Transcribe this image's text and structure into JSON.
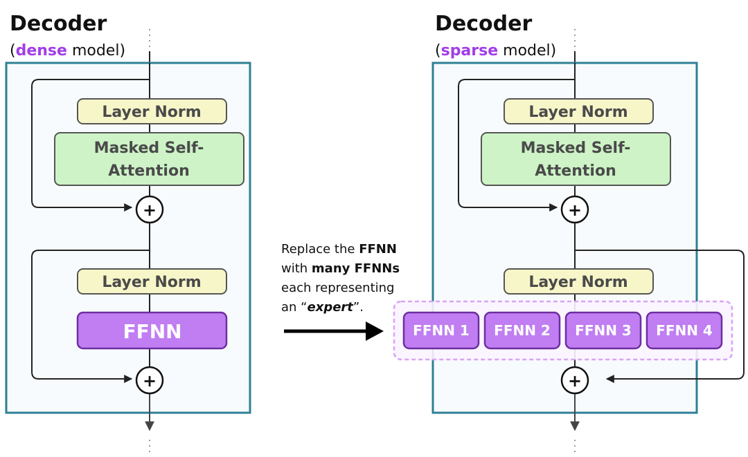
{
  "left": {
    "title": "Decoder",
    "subtitle_open": "(",
    "subtitle_accent": "dense",
    "subtitle_rest": " model)",
    "layer_norm_1": "Layer Norm",
    "attention_line1": "Masked Self-",
    "attention_line2": "Attention",
    "layer_norm_2": "Layer Norm",
    "ffnn": "FFNN",
    "add_symbol": "+"
  },
  "right": {
    "title": "Decoder",
    "subtitle_open": "(",
    "subtitle_accent": "sparse",
    "subtitle_rest": " model)",
    "layer_norm_1": "Layer Norm",
    "attention_line1": "Masked Self-",
    "attention_line2": "Attention",
    "layer_norm_2": "Layer Norm",
    "experts": [
      "FFNN 1",
      "FFNN 2",
      "FFNN 3",
      "FFNN 4"
    ],
    "add_symbol": "+"
  },
  "note": {
    "line1_a": "Replace the ",
    "line1_b": "FFNN",
    "line2_a": "with ",
    "line2_b": "many FFNNs",
    "line3": "each representing",
    "line4_a": "an “",
    "line4_b": "expert",
    "line4_c": "”."
  },
  "colors": {
    "panel_border": "#2f7f96",
    "panel_fill": "#f7fbfd",
    "layer_norm_fill": "#f7f6c9",
    "attention_fill": "#cdf3c6",
    "ffnn_fill": "#c07ef2",
    "ffnn_border": "#6d2fa0",
    "expert_group_border": "#d9a3f5",
    "expert_group_fill": "#fbf4ff",
    "accent": "#a23de8",
    "line": "#222222"
  }
}
